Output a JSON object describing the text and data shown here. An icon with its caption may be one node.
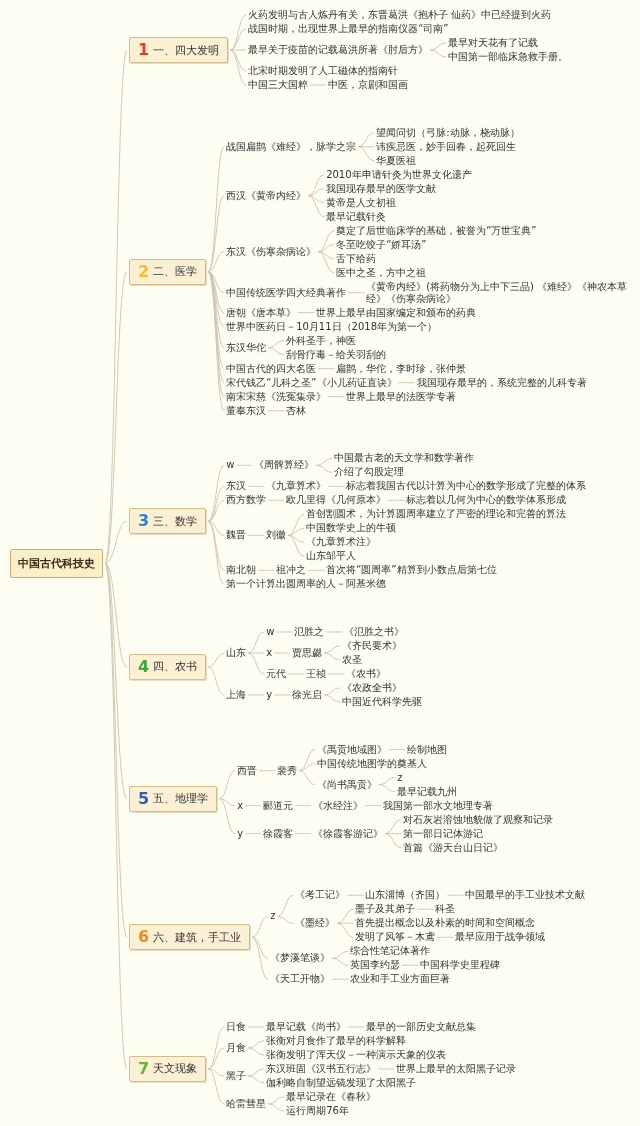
{
  "diagram": {
    "nodes": [
      {
        "text": [
          "中国古代科技史"
        ]
      },
      {
        "text": [
          "1",
          "一、四大发明"
        ]
      },
      {
        "text": [
          "火药发明与古人炼丹有关，东晋葛洪《抱朴子 仙药》中已经提到火药"
        ]
      },
      {
        "text": [
          "战国时期，出现世界上最早的指南仪器“司南”"
        ]
      },
      {
        "text": [
          "最早关于疫苗的记载葛洪所著《肘后方》"
        ]
      },
      {
        "text": [
          "最早对天花有了记载"
        ]
      },
      {
        "text": [
          "中国第一部临床急救手册。"
        ]
      },
      {
        "text": [
          "北宋时期发明了人工磁体的指南针"
        ]
      },
      {
        "text": [
          "中国三大国粹"
        ]
      },
      {
        "text": [
          "中医，京剧和国画"
        ]
      },
      {
        "text": [
          "2",
          "二、医学"
        ]
      },
      {
        "text": [
          "战国扁鹊《难经》，脉学之宗"
        ]
      },
      {
        "text": [
          "望闻问切（弓脉:动脉，桡动脉）"
        ]
      },
      {
        "text": [
          "讳疾忌医，妙手回春，起死回生"
        ]
      },
      {
        "text": [
          "华夏医祖"
        ]
      },
      {
        "text": [
          "西汉《黄帝内经》"
        ]
      },
      {
        "text": [
          "2010年申请针灸为世界文化遗产"
        ]
      },
      {
        "text": [
          "我国现存最早的医学文献"
        ]
      },
      {
        "text": [
          "黄帝是人文初祖"
        ]
      },
      {
        "text": [
          "最早记载针灸"
        ]
      },
      {
        "text": [
          "东汉《伤寒杂病论》"
        ]
      },
      {
        "text": [
          "奠定了后世临床学的基础，被誉为“万世宝典”"
        ]
      },
      {
        "text": [
          "冬至吃饺子“娇耳汤”"
        ]
      },
      {
        "text": [
          "舌下给药"
        ]
      },
      {
        "text": [
          "医中之圣，方中之祖"
        ]
      },
      {
        "text": [
          "中国传统医学四大经典著作"
        ]
      },
      {
        "text": [
          "《黄帝内经》(将药物分为上中下三品) 《难经》《神农本草经》《伤寒杂病论》"
        ]
      },
      {
        "text": [
          "唐朝《唐本草》"
        ]
      },
      {
        "text": [
          "世界上最早由国家编定和颁布的药典"
        ]
      },
      {
        "text": [
          "世界中医药日－10月11日（2018年为第一个）"
        ]
      },
      {
        "text": [
          "东汉华佗"
        ]
      },
      {
        "text": [
          "外科圣手，神医"
        ]
      },
      {
        "text": [
          "刮骨疗毒－给关羽刮的"
        ]
      },
      {
        "text": [
          "中国古代的四大名医"
        ]
      },
      {
        "text": [
          "扁鹊，华佗，李时珍，张仲景"
        ]
      },
      {
        "text": [
          "宋代钱乙“儿科之圣”《小儿药证直诀》"
        ]
      },
      {
        "text": [
          "我国现存最早的，系统完整的儿科专著"
        ]
      },
      {
        "text": [
          "南宋宋慈《洗冤集录》"
        ]
      },
      {
        "text": [
          "世界上最早的法医学专著"
        ]
      },
      {
        "text": [
          "董奉东汉"
        ]
      },
      {
        "text": [
          "杏林"
        ]
      },
      {
        "text": [
          "3",
          "三、数学"
        ]
      },
      {
        "text": [
          "w"
        ]
      },
      {
        "text": [
          "《周髀算经》"
        ]
      },
      {
        "text": [
          "中国最古老的天文学和数学著作"
        ]
      },
      {
        "text": [
          "介绍了勾股定理"
        ]
      },
      {
        "text": [
          "东汉"
        ]
      },
      {
        "text": [
          "《九章算术》"
        ]
      },
      {
        "text": [
          "标志着我国古代以计算为中心的数学形成了完整的体系"
        ]
      },
      {
        "text": [
          "西方数学"
        ]
      },
      {
        "text": [
          "欧几里得《几何原本》"
        ]
      },
      {
        "text": [
          "标志着以几何为中心的数学体系形成"
        ]
      },
      {
        "text": [
          "魏晋"
        ]
      },
      {
        "text": [
          "刘徽"
        ]
      },
      {
        "text": [
          "首创割圆术，为计算圆周率建立了严密的理论和完善的算法"
        ]
      },
      {
        "text": [
          "中国数学史上的牛顿"
        ]
      },
      {
        "text": [
          "《九章算术注》"
        ]
      },
      {
        "text": [
          "山东邹平人"
        ]
      },
      {
        "text": [
          "南北朝"
        ]
      },
      {
        "text": [
          "祖冲之"
        ]
      },
      {
        "text": [
          "首次将“圆周率”精算到小数点后第七位"
        ]
      },
      {
        "text": [
          "第一个计算出圆周率的人－阿基米德"
        ]
      },
      {
        "text": [
          "4",
          "四、农书"
        ]
      },
      {
        "text": [
          "山东"
        ]
      },
      {
        "text": [
          "w"
        ]
      },
      {
        "text": [
          "氾胜之"
        ]
      },
      {
        "text": [
          "《氾胜之书》"
        ]
      },
      {
        "text": [
          "x"
        ]
      },
      {
        "text": [
          "贾思勰"
        ]
      },
      {
        "text": [
          "《齐民要术》"
        ]
      },
      {
        "text": [
          "农圣"
        ]
      },
      {
        "text": [
          "元代"
        ]
      },
      {
        "text": [
          "王祯"
        ]
      },
      {
        "text": [
          "《农书》"
        ]
      },
      {
        "text": [
          "上海"
        ]
      },
      {
        "text": [
          "y"
        ]
      },
      {
        "text": [
          "徐光启"
        ]
      },
      {
        "text": [
          "《农政全书》"
        ]
      },
      {
        "text": [
          "中国近代科学先驱"
        ]
      },
      {
        "text": [
          "5",
          "五、地理学"
        ]
      },
      {
        "text": [
          "西晋"
        ]
      },
      {
        "text": [
          "裴秀"
        ]
      },
      {
        "text": [
          "《禹贡地域图》"
        ]
      },
      {
        "text": [
          "绘制地图"
        ]
      },
      {
        "text": [
          "中国传统地图学的奠基人"
        ]
      },
      {
        "text": [
          "《尚书禹贡》"
        ]
      },
      {
        "text": [
          "z"
        ]
      },
      {
        "text": [
          "最早记载九州"
        ]
      },
      {
        "text": [
          "x"
        ]
      },
      {
        "text": [
          "郦道元"
        ]
      },
      {
        "text": [
          "《水经注》"
        ]
      },
      {
        "text": [
          "我国第一部水文地理专著"
        ]
      },
      {
        "text": [
          "y"
        ]
      },
      {
        "text": [
          "徐霞客"
        ]
      },
      {
        "text": [
          "《徐霞客游记》"
        ]
      },
      {
        "text": [
          "对石灰岩溶蚀地貌做了观察和记录"
        ]
      },
      {
        "text": [
          "第一部日记体游记"
        ]
      },
      {
        "text": [
          "首篇《游天台山日记》"
        ]
      },
      {
        "text": [
          "6",
          "六、建筑，手工业"
        ]
      },
      {
        "text": [
          "z"
        ]
      },
      {
        "text": [
          "《考工记》"
        ]
      },
      {
        "text": [
          "山东淄博（齐国）"
        ]
      },
      {
        "text": [
          "中国最早的手工业技术文献"
        ]
      },
      {
        "text": [
          "《墨经》"
        ]
      },
      {
        "text": [
          "墨子及其弟子"
        ]
      },
      {
        "text": [
          "科圣"
        ]
      },
      {
        "text": [
          "首先提出概念以及朴素的时间和空间概念"
        ]
      },
      {
        "text": [
          "发明了风筝－木鸢"
        ]
      },
      {
        "text": [
          "最早应用于战争领域"
        ]
      },
      {
        "text": [
          "《梦溪笔谈》"
        ]
      },
      {
        "text": [
          "综合性笔记体著作"
        ]
      },
      {
        "text": [
          "英国李约瑟"
        ]
      },
      {
        "text": [
          "中国科学史里程碑"
        ]
      },
      {
        "text": [
          "《天工开物》"
        ]
      },
      {
        "text": [
          "农业和手工业方面巨著"
        ]
      },
      {
        "text": [
          "7",
          "天文现象"
        ]
      },
      {
        "text": [
          "日食"
        ]
      },
      {
        "text": [
          "最早记载《尚书》"
        ]
      },
      {
        "text": [
          "最早的一部历史文献总集"
        ]
      },
      {
        "text": [
          "月食"
        ]
      },
      {
        "text": [
          "张衡对月食作了最早的科学解释"
        ]
      },
      {
        "text": [
          "张衡发明了浑天仪－一种演示天象的仪表"
        ]
      },
      {
        "text": [
          "黑子"
        ]
      },
      {
        "text": [
          "东汉班固《汉书五行志》"
        ]
      },
      {
        "text": [
          "世界上最早的太阳黑子记录"
        ]
      },
      {
        "text": [
          "伽利略自制望远镜发现了太阳黑子"
        ]
      },
      {
        "text": [
          "哈雷彗星"
        ]
      },
      {
        "text": [
          "最早记录在《春秋》"
        ]
      },
      {
        "text": [
          "运行周期76年"
        ]
      }
    ],
    "edges": [
      {
        "from": 0,
        "to": 1,
        "arrow": "none"
      },
      {
        "from": 1,
        "to": 2,
        "arrow": "none"
      },
      {
        "from": 1,
        "to": 3,
        "arrow": "none"
      },
      {
        "from": 1,
        "to": 4,
        "arrow": "none"
      },
      {
        "from": 4,
        "to": 5,
        "arrow": "none"
      },
      {
        "from": 4,
        "to": 6,
        "arrow": "none"
      },
      {
        "from": 1,
        "to": 7,
        "arrow": "none"
      },
      {
        "from": 1,
        "to": 8,
        "arrow": "none"
      },
      {
        "from": 8,
        "to": 9,
        "arrow": "none"
      },
      {
        "from": 0,
        "to": 10,
        "arrow": "none"
      },
      {
        "from": 10,
        "to": 11,
        "arrow": "none"
      },
      {
        "from": 11,
        "to": 12,
        "arrow": "none"
      },
      {
        "from": 11,
        "to": 13,
        "arrow": "none"
      },
      {
        "from": 11,
        "to": 14,
        "arrow": "none"
      },
      {
        "from": 10,
        "to": 15,
        "arrow": "none"
      },
      {
        "from": 15,
        "to": 16,
        "arrow": "none"
      },
      {
        "from": 15,
        "to": 17,
        "arrow": "none"
      },
      {
        "from": 15,
        "to": 18,
        "arrow": "none"
      },
      {
        "from": 15,
        "to": 19,
        "arrow": "none"
      },
      {
        "from": 10,
        "to": 20,
        "arrow": "none"
      },
      {
        "from": 20,
        "to": 21,
        "arrow": "none"
      },
      {
        "from": 20,
        "to": 22,
        "arrow": "none"
      },
      {
        "from": 20,
        "to": 23,
        "arrow": "none"
      },
      {
        "from": 20,
        "to": 24,
        "arrow": "none"
      },
      {
        "from": 10,
        "to": 25,
        "arrow": "none"
      },
      {
        "from": 25,
        "to": 26,
        "arrow": "none"
      },
      {
        "from": 10,
        "to": 27,
        "arrow": "none"
      },
      {
        "from": 27,
        "to": 28,
        "arrow": "none"
      },
      {
        "from": 10,
        "to": 29,
        "arrow": "none"
      },
      {
        "from": 10,
        "to": 30,
        "arrow": "none"
      },
      {
        "from": 30,
        "to": 31,
        "arrow": "none"
      },
      {
        "from": 30,
        "to": 32,
        "arrow": "none"
      },
      {
        "from": 10,
        "to": 33,
        "arrow": "none"
      },
      {
        "from": 33,
        "to": 34,
        "arrow": "none"
      },
      {
        "from": 10,
        "to": 35,
        "arrow": "none"
      },
      {
        "from": 35,
        "to": 36,
        "arrow": "none"
      },
      {
        "from": 10,
        "to": 37,
        "arrow": "none"
      },
      {
        "from": 37,
        "to": 38,
        "arrow": "none"
      },
      {
        "from": 10,
        "to": 39,
        "arrow": "none"
      },
      {
        "from": 39,
        "to": 40,
        "arrow": "none"
      },
      {
        "from": 0,
        "to": 41,
        "arrow": "none"
      },
      {
        "from": 41,
        "to": 42,
        "arrow": "none"
      },
      {
        "from": 42,
        "to": 43,
        "arrow": "none"
      },
      {
        "from": 43,
        "to": 44,
        "arrow": "none"
      },
      {
        "from": 43,
        "to": 45,
        "arrow": "none"
      },
      {
        "from": 41,
        "to": 46,
        "arrow": "none"
      },
      {
        "from": 46,
        "to": 47,
        "arrow": "none"
      },
      {
        "from": 47,
        "to": 48,
        "arrow": "none"
      },
      {
        "from": 41,
        "to": 49,
        "arrow": "none"
      },
      {
        "from": 49,
        "to": 50,
        "arrow": "none"
      },
      {
        "from": 50,
        "to": 51,
        "arrow": "none"
      },
      {
        "from": 41,
        "to": 52,
        "arrow": "none"
      },
      {
        "from": 52,
        "to": 53,
        "arrow": "none"
      },
      {
        "from": 53,
        "to": 54,
        "arrow": "none"
      },
      {
        "from": 53,
        "to": 55,
        "arrow": "none"
      },
      {
        "from": 53,
        "to": 56,
        "arrow": "none"
      },
      {
        "from": 53,
        "to": 57,
        "arrow": "none"
      },
      {
        "from": 41,
        "to": 58,
        "arrow": "none"
      },
      {
        "from": 58,
        "to": 59,
        "arrow": "none"
      },
      {
        "from": 59,
        "to": 60,
        "arrow": "none"
      },
      {
        "from": 41,
        "to": 61,
        "arrow": "none"
      },
      {
        "from": 0,
        "to": 62,
        "arrow": "none"
      },
      {
        "from": 62,
        "to": 63,
        "arrow": "none"
      },
      {
        "from": 63,
        "to": 64,
        "arrow": "none"
      },
      {
        "from": 64,
        "to": 65,
        "arrow": "none"
      },
      {
        "from": 65,
        "to": 66,
        "arrow": "none"
      },
      {
        "from": 63,
        "to": 67,
        "arrow": "none"
      },
      {
        "from": 67,
        "to": 68,
        "arrow": "none"
      },
      {
        "from": 68,
        "to": 69,
        "arrow": "none"
      },
      {
        "from": 68,
        "to": 70,
        "arrow": "none"
      },
      {
        "from": 63,
        "to": 71,
        "arrow": "none"
      },
      {
        "from": 71,
        "to": 72,
        "arrow": "none"
      },
      {
        "from": 72,
        "to": 73,
        "arrow": "none"
      },
      {
        "from": 62,
        "to": 74,
        "arrow": "none"
      },
      {
        "from": 74,
        "to": 75,
        "arrow": "none"
      },
      {
        "from": 75,
        "to": 76,
        "arrow": "none"
      },
      {
        "from": 76,
        "to": 77,
        "arrow": "none"
      },
      {
        "from": 76,
        "to": 78,
        "arrow": "none"
      },
      {
        "from": 0,
        "to": 79,
        "arrow": "none"
      },
      {
        "from": 79,
        "to": 80,
        "arrow": "none"
      },
      {
        "from": 80,
        "to": 81,
        "arrow": "none"
      },
      {
        "from": 81,
        "to": 82,
        "arrow": "none"
      },
      {
        "from": 82,
        "to": 83,
        "arrow": "none"
      },
      {
        "from": 81,
        "to": 84,
        "arrow": "none"
      },
      {
        "from": 81,
        "to": 85,
        "arrow": "none"
      },
      {
        "from": 85,
        "to": 86,
        "arrow": "none"
      },
      {
        "from": 85,
        "to": 87,
        "arrow": "none"
      },
      {
        "from": 79,
        "to": 88,
        "arrow": "none"
      },
      {
        "from": 88,
        "to": 89,
        "arrow": "none"
      },
      {
        "from": 89,
        "to": 90,
        "arrow": "none"
      },
      {
        "from": 90,
        "to": 91,
        "arrow": "none"
      },
      {
        "from": 79,
        "to": 92,
        "arrow": "none"
      },
      {
        "from": 92,
        "to": 93,
        "arrow": "none"
      },
      {
        "from": 93,
        "to": 94,
        "arrow": "none"
      },
      {
        "from": 94,
        "to": 95,
        "arrow": "none"
      },
      {
        "from": 94,
        "to": 96,
        "arrow": "none"
      },
      {
        "from": 94,
        "to": 97,
        "arrow": "none"
      },
      {
        "from": 0,
        "to": 98,
        "arrow": "none"
      },
      {
        "from": 98,
        "to": 99,
        "arrow": "none"
      },
      {
        "from": 99,
        "to": 100,
        "arrow": "none"
      },
      {
        "from": 100,
        "to": 101,
        "arrow": "none"
      },
      {
        "from": 101,
        "to": 102,
        "arrow": "none"
      },
      {
        "from": 99,
        "to": 103,
        "arrow": "none"
      },
      {
        "from": 103,
        "to": 104,
        "arrow": "none"
      },
      {
        "from": 104,
        "to": 105,
        "arrow": "none"
      },
      {
        "from": 103,
        "to": 106,
        "arrow": "none"
      },
      {
        "from": 103,
        "to": 107,
        "arrow": "none"
      },
      {
        "from": 107,
        "to": 108,
        "arrow": "none"
      },
      {
        "from": 98,
        "to": 109,
        "arrow": "none"
      },
      {
        "from": 109,
        "to": 110,
        "arrow": "none"
      },
      {
        "from": 109,
        "to": 111,
        "arrow": "none"
      },
      {
        "from": 111,
        "to": 112,
        "arrow": "none"
      },
      {
        "from": 98,
        "to": 113,
        "arrow": "none"
      },
      {
        "from": 113,
        "to": 114,
        "arrow": "none"
      },
      {
        "from": 0,
        "to": 115,
        "arrow": "none"
      },
      {
        "from": 115,
        "to": 116,
        "arrow": "none"
      },
      {
        "from": 116,
        "to": 117,
        "arrow": "none"
      },
      {
        "from": 117,
        "to": 118,
        "arrow": "none"
      },
      {
        "from": 115,
        "to": 119,
        "arrow": "none"
      },
      {
        "from": 119,
        "to": 120,
        "arrow": "none"
      },
      {
        "from": 119,
        "to": 121,
        "arrow": "none"
      },
      {
        "from": 115,
        "to": 122,
        "arrow": "none"
      },
      {
        "from": 122,
        "to": 123,
        "arrow": "none"
      },
      {
        "from": 123,
        "to": 124,
        "arrow": "none"
      },
      {
        "from": 122,
        "to": 125,
        "arrow": "none"
      },
      {
        "from": 115,
        "to": 126,
        "arrow": "none"
      },
      {
        "from": 126,
        "to": 127,
        "arrow": "none"
      },
      {
        "from": 126,
        "to": 128,
        "arrow": "none"
      }
    ]
  }
}
